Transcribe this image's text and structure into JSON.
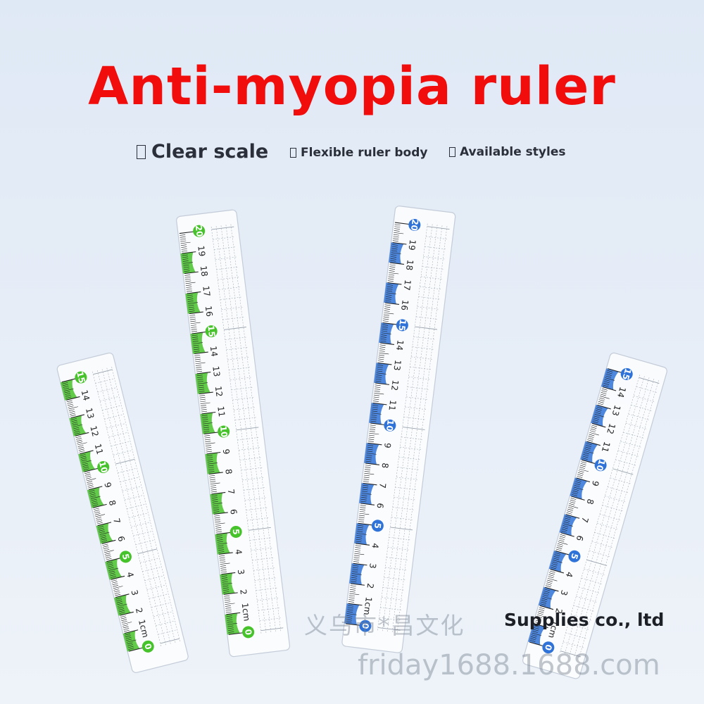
{
  "title": {
    "text": "Anti-myopia ruler",
    "color": "#f20d0d"
  },
  "features": [
    {
      "icon": "square-bullet-icon",
      "text": "Clear scale"
    },
    {
      "icon": "square-bullet-icon",
      "text": "Flexible ruler body"
    },
    {
      "icon": "square-bullet-icon",
      "text": "Available styles"
    }
  ],
  "colors": {
    "green": "#46c22a",
    "blue": "#2f73d8",
    "ink": "#222222"
  },
  "rulers": [
    {
      "name": "green-15cm-ruler",
      "color": "green",
      "max": 15,
      "unit": "cm"
    },
    {
      "name": "green-20cm-ruler",
      "color": "green",
      "max": 20,
      "unit": "cm"
    },
    {
      "name": "blue-20cm-ruler",
      "color": "blue",
      "max": 20,
      "unit": "cm"
    },
    {
      "name": "blue-15cm-ruler",
      "color": "blue",
      "max": 15,
      "unit": "cm"
    }
  ],
  "caption": "Supplies co., ltd",
  "watermark": {
    "company_cn": "义乌市*昌文化",
    "url": "friday1688.1688.com"
  }
}
